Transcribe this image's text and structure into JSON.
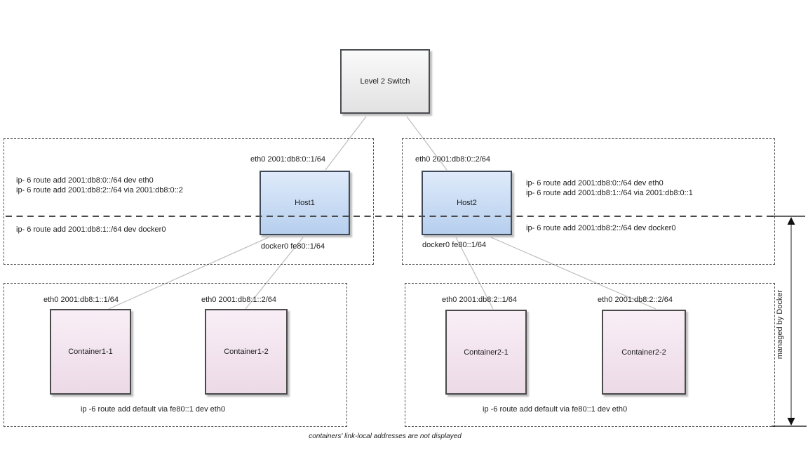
{
  "switch": {
    "label": "Level 2 Switch"
  },
  "hosts": [
    {
      "label": "Host1",
      "eth0": "eth0 2001:db8:0::1/64",
      "docker0": "docker0 fe80::1/64",
      "route1": "ip- 6 route add 2001:db8:0::/64 dev eth0",
      "route2": "ip- 6 route add 2001:db8:2::/64 via 2001:db8:0::2",
      "route3": "ip- 6 route add 2001:db8:1::/64 dev docker0"
    },
    {
      "label": "Host2",
      "eth0": "eth0 2001:db8:0::2/64",
      "docker0": "docker0 fe80::1/64",
      "route1": "ip- 6 route add 2001:db8:0::/64 dev eth0",
      "route2": "ip- 6 route add 2001:db8:1::/64 via 2001:db8:0::1",
      "route3": "ip- 6 route add 2001:db8:2::/64 dev docker0"
    }
  ],
  "containers": [
    {
      "label": "Container1-1",
      "eth0": "eth0 2001:db8:1::1/64"
    },
    {
      "label": "Container1-2",
      "eth0": "eth0 2001:db8:1::2/64"
    },
    {
      "label": "Container2-1",
      "eth0": "eth0 2001:db8:2::1/64"
    },
    {
      "label": "Container2-2",
      "eth0": "eth0 2001:db8:2::2/64"
    }
  ],
  "groups": [
    {
      "default_route": "ip -6 route add default via fe80::1 dev eth0"
    },
    {
      "default_route": "ip -6 route add default via fe80::1 dev eth0"
    }
  ],
  "annotations": {
    "managed_by": "managed by Docker",
    "caption": "containers' link-local addresses are not displayed"
  },
  "colors": {
    "host_fill_top": "#dfeafa",
    "host_fill_bottom": "#b6cfee",
    "container_fill_top": "#f9eef6",
    "container_fill_bottom": "#ecdae7",
    "switch_fill_top": "#fafafa",
    "switch_fill_bottom": "#e2e2e2",
    "box_border": "#44494f",
    "connector_line": "#bdbdbd",
    "dashed_line": "#4a4a4a",
    "arrow_line": "#8f8f8f"
  }
}
